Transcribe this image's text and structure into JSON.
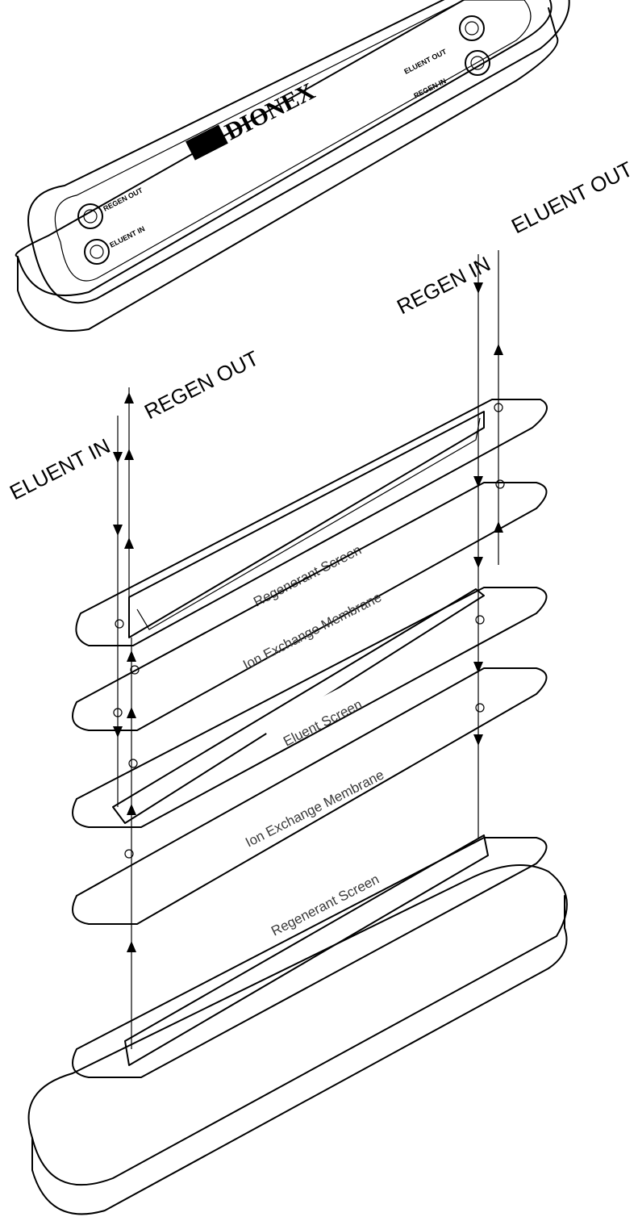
{
  "brand": {
    "name": "DIONEX"
  },
  "top_cap_ports": {
    "regen_out": "REGEN OUT",
    "eluent_in": "ELUENT IN",
    "eluent_out": "ELUENT OUT",
    "regen_in": "REGEN IN"
  },
  "flow_labels": {
    "eluent_in": "ELUENT IN",
    "regen_out": "REGEN OUT",
    "regen_in": "REGEN IN",
    "eluent_out": "ELUENT OUT"
  },
  "layers": [
    {
      "label": "Regenerant Screen",
      "kind": "screen"
    },
    {
      "label": "Ion Exchange Membrane",
      "kind": "membrane"
    },
    {
      "label": "Eluent Screen",
      "kind": "screen"
    },
    {
      "label": "Ion Exchange Membrane",
      "kind": "membrane"
    },
    {
      "label": "Regenerant Screen",
      "kind": "screen"
    }
  ],
  "colors": {
    "screen_fill": "#c8c8c8",
    "outline": "#000000",
    "background": "#ffffff"
  }
}
